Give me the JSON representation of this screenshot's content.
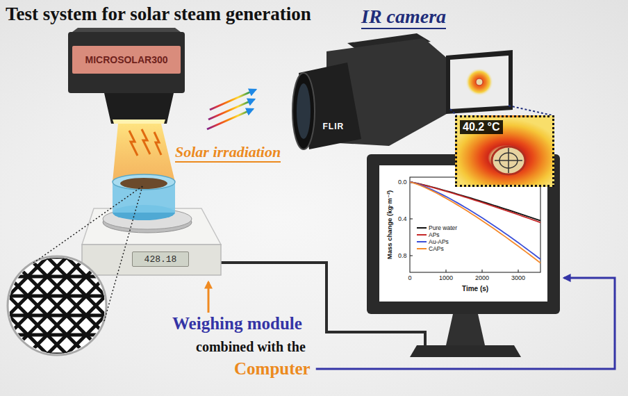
{
  "diagram": {
    "title": "Test system for solar steam generation",
    "nodes": [
      {
        "text": [
          "MICROSOLAR300"
        ]
      },
      {
        "text": [
          "428.18"
        ]
      },
      {
        "text": [
          "40.2 °C"
        ]
      }
    ],
    "labels": [
      "Solar irradiation",
      "IR camera",
      "FLIR",
      "Weighing module",
      "combined with the",
      "Computer",
      "Mass change (kg·m⁻²)",
      "Time (s)",
      "0.0",
      "0.4",
      "0.8",
      "0",
      "1000",
      "2000",
      "3000"
    ],
    "legend": [
      {
        "text": "Pure water",
        "color": "#111111"
      },
      {
        "text": "APs",
        "color": "#c62828"
      },
      {
        "text": "Au-APs",
        "color": "#3b4fd8"
      },
      {
        "text": "CAPs",
        "color": "#f5892a"
      }
    ]
  }
}
